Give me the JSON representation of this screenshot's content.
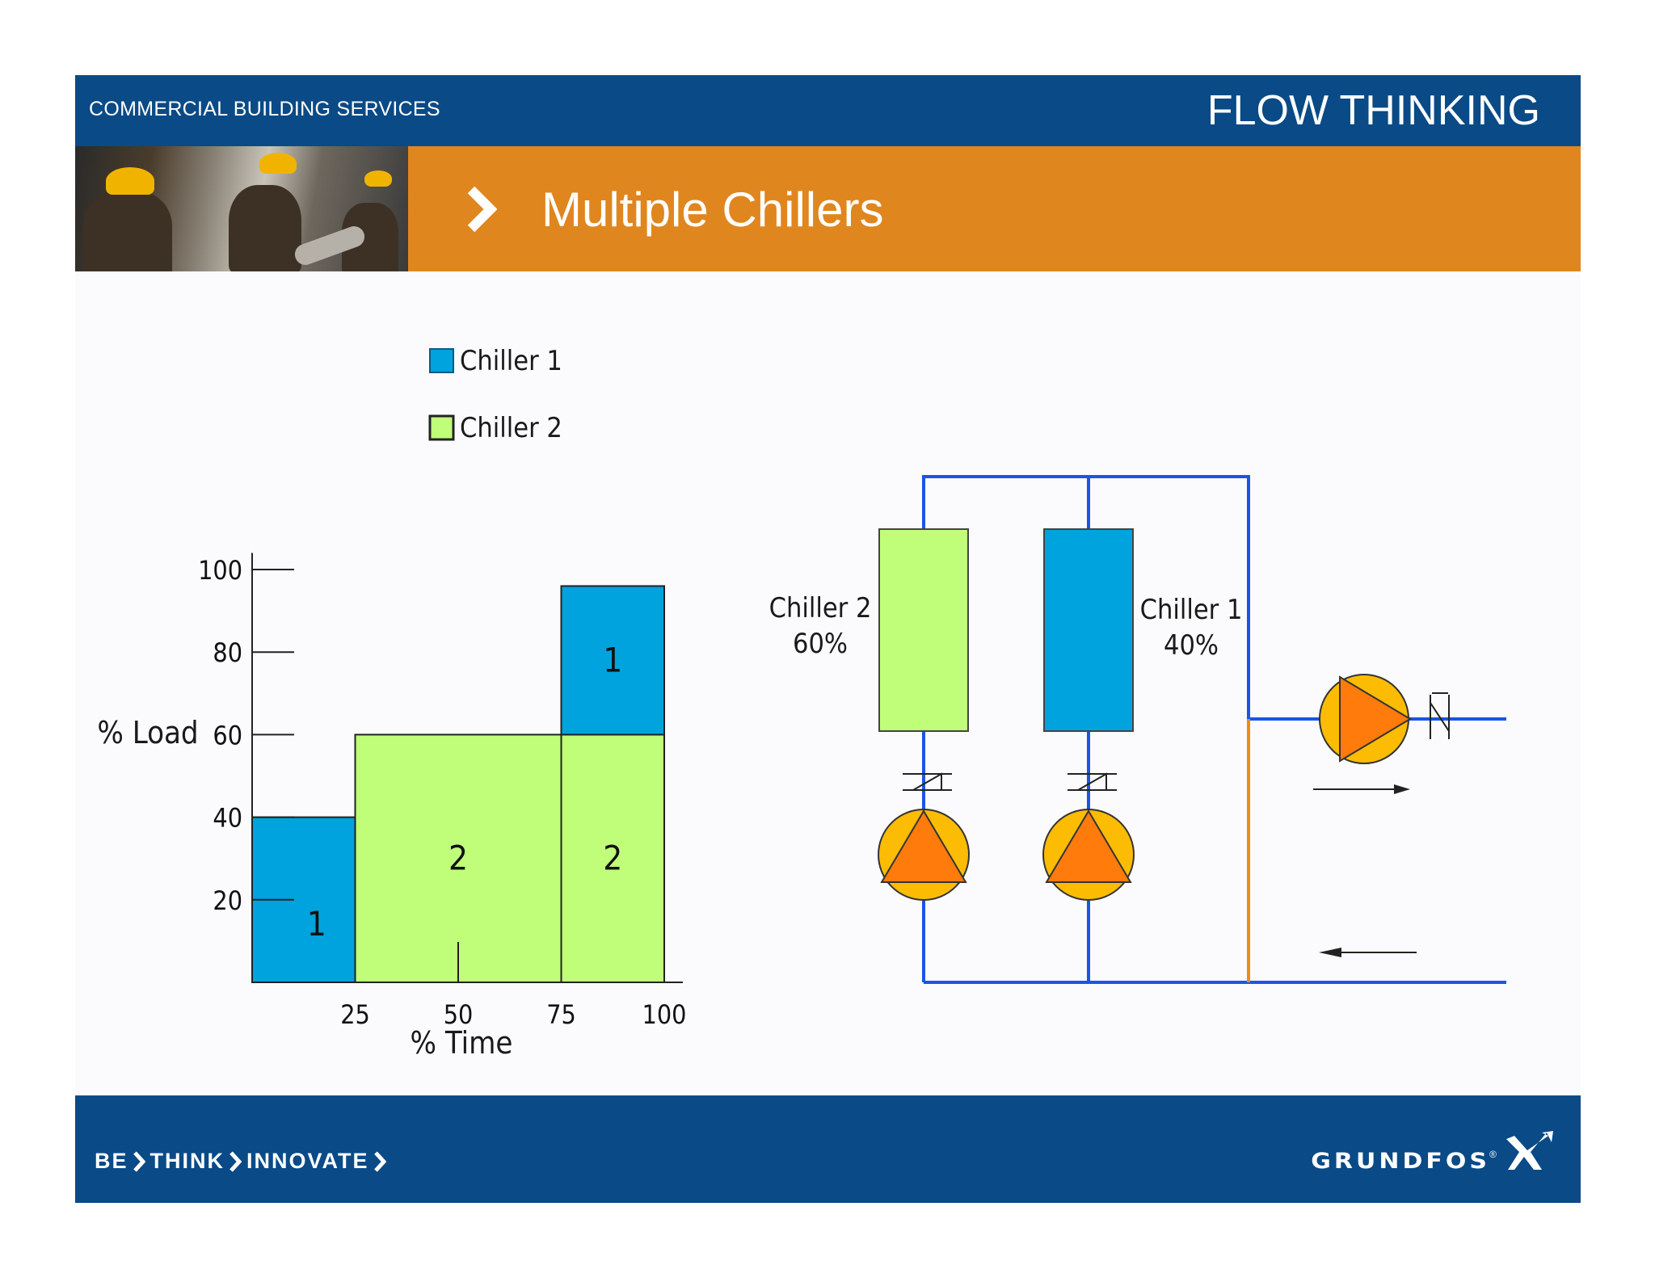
{
  "header": {
    "section_label": "COMMERCIAL BUILDING SERVICES",
    "tagline": "FLOW THINKING",
    "title": "Multiple Chillers"
  },
  "footer": {
    "slogan": [
      "BE",
      "THINK",
      "INNOVATE"
    ],
    "logo_text": "GRUNDFOS",
    "logo_reg": "®"
  },
  "colors": {
    "brand_blue": "#0a4a86",
    "title_orange": "#e0861e",
    "chiller1": "#00a3dd",
    "chiller2": "#c0fe7a",
    "pipe_supply": "#1a55e6",
    "pipe_return": "#f08a12",
    "pump_outer": "#fcbc04",
    "pump_inner": "#ff7b0c"
  },
  "chart_data": {
    "type": "bar",
    "xlabel": "% Time",
    "ylabel": "% Load",
    "xlim": [
      0,
      100
    ],
    "ylim": [
      0,
      100
    ],
    "x_ticks": [
      25,
      50,
      75,
      100
    ],
    "y_ticks": [
      20,
      40,
      60,
      80,
      100
    ],
    "legend": [
      "Chiller 1",
      "Chiller 2"
    ],
    "legend_position": "top",
    "blocks": [
      {
        "series": "Chiller 1",
        "x": [
          0,
          25
        ],
        "y": [
          0,
          40
        ],
        "label": "1"
      },
      {
        "series": "Chiller 2",
        "x": [
          25,
          75
        ],
        "y": [
          0,
          60
        ],
        "label": "2"
      },
      {
        "series": "Chiller 2",
        "x": [
          75,
          100
        ],
        "y": [
          0,
          60
        ],
        "label": "2"
      },
      {
        "series": "Chiller 1",
        "x": [
          75,
          100
        ],
        "y": [
          60,
          96
        ],
        "label": "1"
      }
    ]
  },
  "schematic": {
    "chiller2_label": "Chiller 2",
    "chiller2_share": "60%",
    "chiller1_label": "Chiller 1",
    "chiller1_share": "40%"
  }
}
